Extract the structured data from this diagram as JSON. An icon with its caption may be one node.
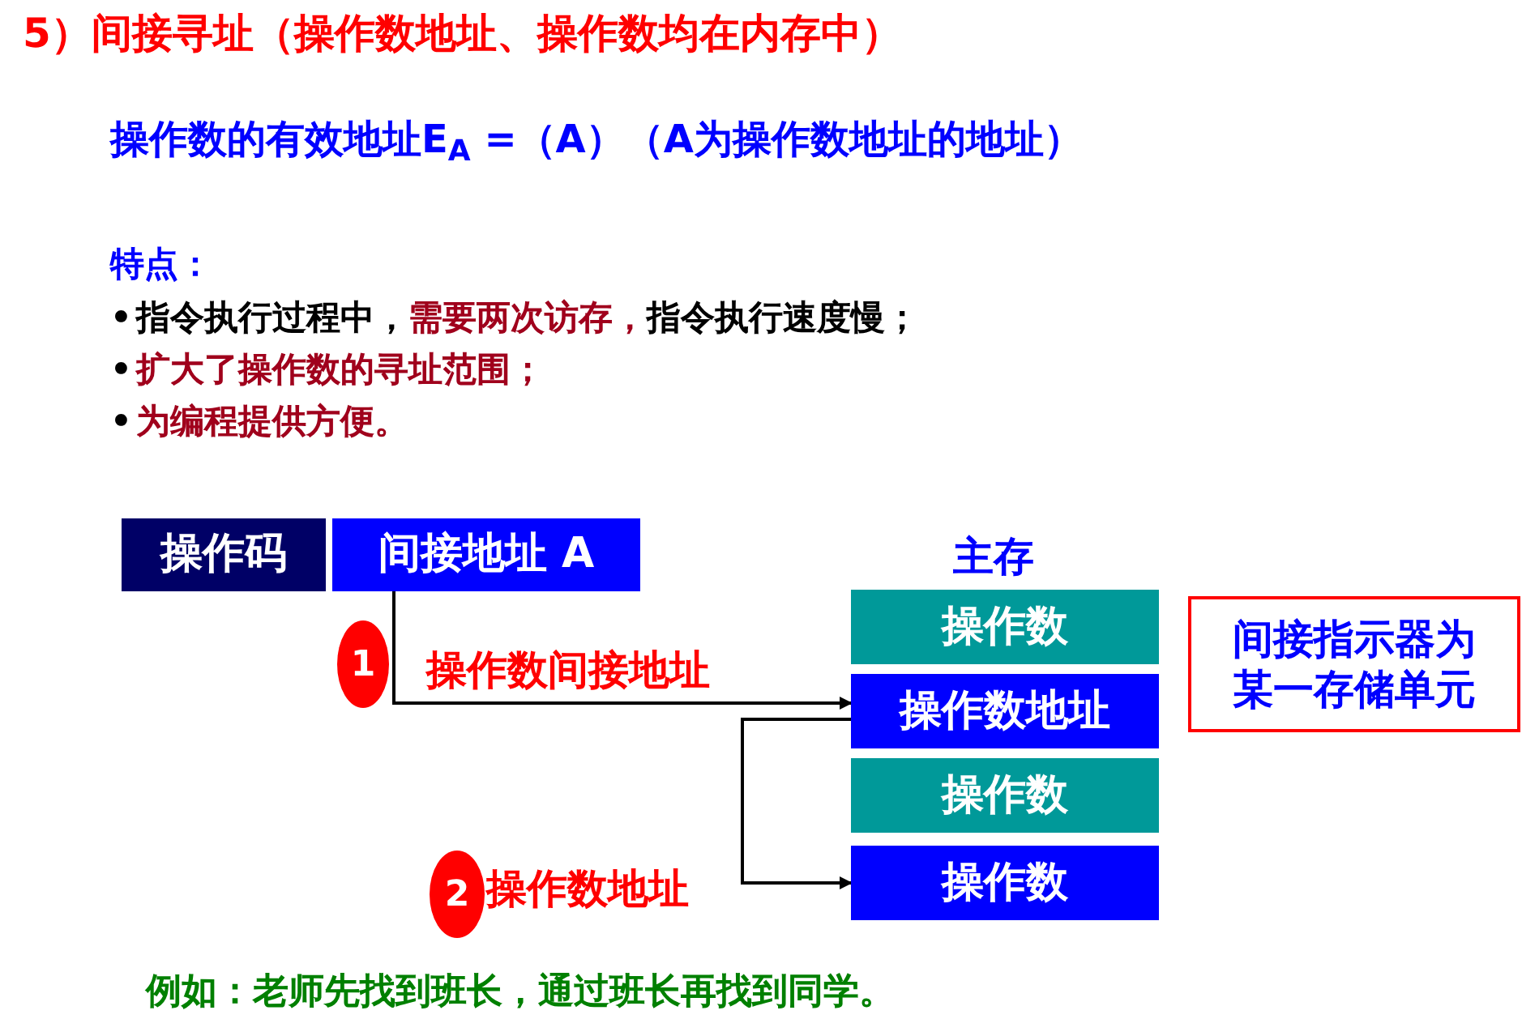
{
  "diagram": {
    "title": "5）间接寻址（操作数地址、操作数均在内存中）",
    "nodes": [
      {
        "text": [
          "操作码"
        ]
      },
      {
        "text": [
          "间接地址 A"
        ]
      },
      {
        "text": [
          "操作数"
        ]
      },
      {
        "text": [
          "操作数地址"
        ]
      },
      {
        "text": [
          "操作数"
        ]
      },
      {
        "text": [
          "操作数"
        ]
      },
      {
        "text": [
          "间接指示器为某一存储单元"
        ]
      },
      {
        "text": [
          "1"
        ]
      },
      {
        "text": [
          "2"
        ]
      }
    ],
    "edges": [
      {
        "from": 1,
        "to": 3,
        "arrow": "to",
        "label": "操作数间接地址"
      },
      {
        "from": 3,
        "to": 5,
        "arrow": "to",
        "label": "操作数地址"
      }
    ],
    "labels": [
      "操作数的有效地址E$_{A}$ =（A）（A为操作数地址的地址）",
      "特点：",
      "•",
      "指令执行过程中，",
      "需要两次访存，",
      "指令执行速度慢；",
      "•",
      "扩大了操作数的寻址范围；",
      "•",
      "为编程提供方便。",
      "主存"
    ],
    "caption": "例如：老师先找到班长，通过班长再找到同学。"
  }
}
